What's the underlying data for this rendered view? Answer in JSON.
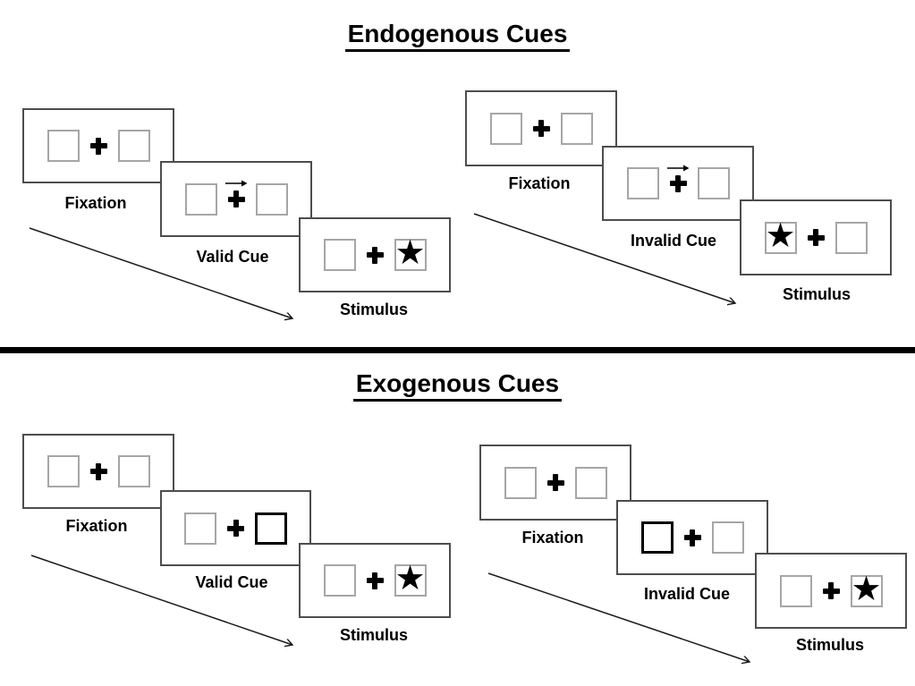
{
  "glyphs": {
    "star": "★"
  },
  "colors": {
    "ink": "#000000",
    "panel_border": "#4d4d4d",
    "box_border": "#a6a6a6",
    "highlight_border": "#000000",
    "background": "#ffffff"
  },
  "sections": [
    {
      "title": "Endogenous Cues",
      "groups": [
        {
          "name": "valid",
          "cue_type": "central-arrow-pointing-right",
          "stimulus_side": "right",
          "panels": [
            {
              "label": "Fixation"
            },
            {
              "label": "Valid Cue"
            },
            {
              "label": "Stimulus"
            }
          ]
        },
        {
          "name": "invalid",
          "cue_type": "central-arrow-pointing-right",
          "stimulus_side": "left",
          "panels": [
            {
              "label": "Fixation"
            },
            {
              "label": "Invalid Cue"
            },
            {
              "label": "Stimulus"
            }
          ]
        }
      ]
    },
    {
      "title": "Exogenous Cues",
      "groups": [
        {
          "name": "valid",
          "cue_type": "peripheral-highlight-right-box",
          "stimulus_side": "right",
          "panels": [
            {
              "label": "Fixation"
            },
            {
              "label": "Valid Cue"
            },
            {
              "label": "Stimulus"
            }
          ]
        },
        {
          "name": "invalid",
          "cue_type": "peripheral-highlight-left-box",
          "stimulus_side": "right",
          "panels": [
            {
              "label": "Fixation"
            },
            {
              "label": "Invalid Cue"
            },
            {
              "label": "Stimulus"
            }
          ]
        }
      ]
    }
  ]
}
